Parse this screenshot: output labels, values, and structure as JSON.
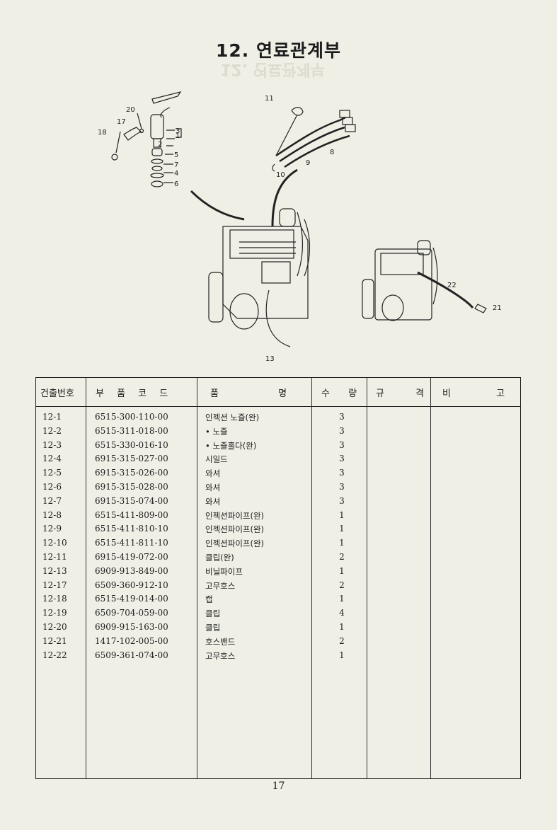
{
  "title": "12. 연료관계부",
  "header": {
    "no": "건출번호",
    "code": "부 품 코 드",
    "name": "품 명",
    "qty": "수 량",
    "spec": "규 격",
    "remark": "비 고"
  },
  "rows": [
    {
      "no": "12-1",
      "code": "6515-300-110-00",
      "name": "인젝션 노즐(완)",
      "qty": "3"
    },
    {
      "no": "12-2",
      "code": "6515-311-018-00",
      "name": "• 노즐",
      "qty": "3"
    },
    {
      "no": "12-3",
      "code": "6515-330-016-10",
      "name": "• 노즐홀다(완)",
      "qty": "3"
    },
    {
      "no": "12-4",
      "code": "6915-315-027-00",
      "name": "시일드",
      "qty": "3"
    },
    {
      "no": "12-5",
      "code": "6915-315-026-00",
      "name": "와셔",
      "qty": "3"
    },
    {
      "no": "12-6",
      "code": "6915-315-028-00",
      "name": "와셔",
      "qty": "3"
    },
    {
      "no": "12-7",
      "code": "6915-315-074-00",
      "name": "와셔",
      "qty": "3"
    },
    {
      "no": "12-8",
      "code": "6515-411-809-00",
      "name": "인젝션파이프(완)",
      "qty": "1"
    },
    {
      "no": "12-9",
      "code": "6515-411-810-10",
      "name": "인젝션파이프(완)",
      "qty": "1"
    },
    {
      "no": "12-10",
      "code": "6515-411-811-10",
      "name": "인젝션파이프(완)",
      "qty": "1"
    },
    {
      "no": "12-11",
      "code": "6915-419-072-00",
      "name": "클립(완)",
      "qty": "2"
    },
    {
      "no": "12-13",
      "code": "6909-913-849-00",
      "name": "비닐파이프",
      "qty": "1"
    },
    {
      "no": "12-17",
      "code": "6509-360-912-10",
      "name": "고무호스",
      "qty": "2"
    },
    {
      "no": "12-18",
      "code": "6515-419-014-00",
      "name": "캡",
      "qty": "1"
    },
    {
      "no": "12-19",
      "code": "6509-704-059-00",
      "name": "클립",
      "qty": "4"
    },
    {
      "no": "12-20",
      "code": "6909-915-163-00",
      "name": "클립",
      "qty": "1"
    },
    {
      "no": "12-21",
      "code": "1417-102-005-00",
      "name": "호스밴드",
      "qty": "2"
    },
    {
      "no": "12-22",
      "code": "6509-361-074-00",
      "name": "고무호스",
      "qty": "1"
    }
  ],
  "diagram_labels": {
    "l1": "1",
    "l2": "2",
    "l3": "3",
    "l4": "4",
    "l5": "5",
    "l6": "6",
    "l7": "7",
    "l8": "8",
    "l9": "9",
    "l10": "10",
    "l11": "11",
    "l13": "13",
    "l17": "17",
    "l18": "18",
    "l20": "20",
    "l21": "21",
    "l22": "22"
  },
  "page_number": "17"
}
